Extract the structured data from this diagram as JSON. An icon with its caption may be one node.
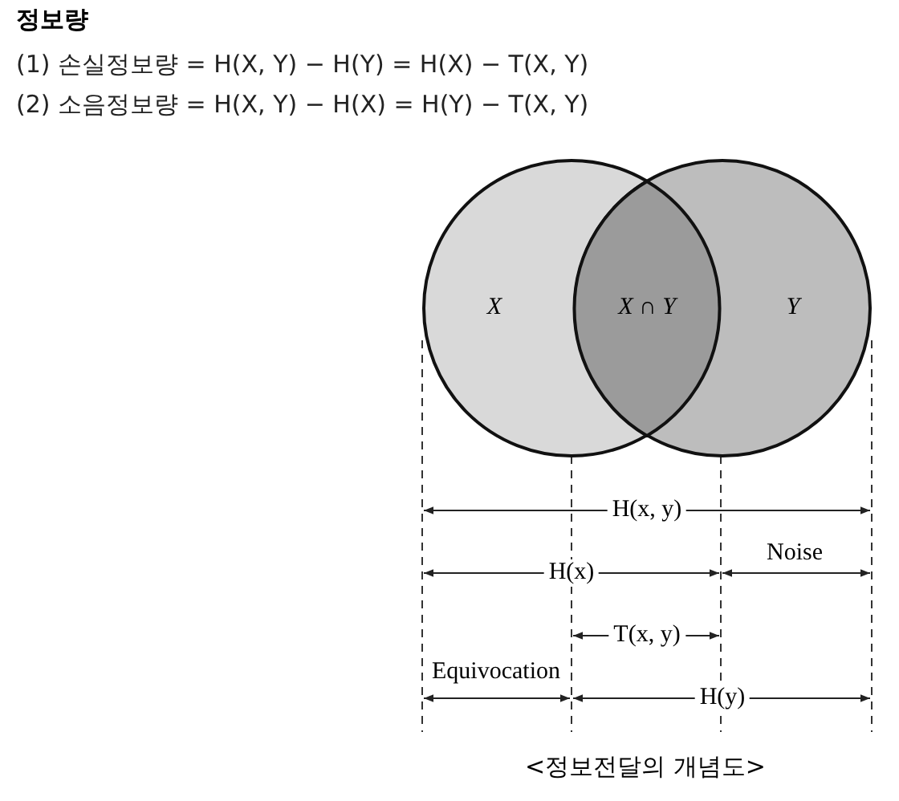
{
  "diagram": {
    "title": "정보량",
    "caption": "<정보전달의 개념도>",
    "nodes": [
      {
        "text": [
          "X"
        ]
      },
      {
        "text": [
          "X ∩ Y"
        ]
      },
      {
        "text": [
          "Y"
        ]
      }
    ],
    "labels": [
      "(1) 손실정보량 = H(X, Y) − H(Y) = H(X) − T(X, Y)",
      "(2) 소음정보량 = H(X, Y) − H(X) = H(Y) − T(X, Y)",
      "H(x, y)",
      "Noise",
      "H(x)",
      "T(x, y)",
      "Equivocation",
      "H(y)"
    ]
  }
}
